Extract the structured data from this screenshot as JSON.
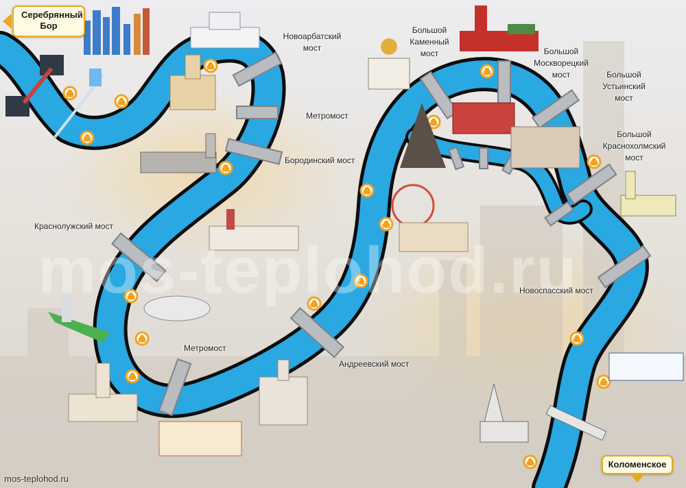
{
  "watermark": "mos-teplohod.ru",
  "site_url": "mos-teplohod.ru",
  "start_stop": "Серебрянный Бор",
  "end_stop": "Коломенское",
  "bridges": {
    "novoarbatsky": "Новоарбатский мост",
    "metromost_north": "Метромост",
    "borodinsky": "Бородинский мост",
    "krasnoluzhsky": "Краснолужский мост",
    "metromost_south": "Метромост",
    "andreevsky": "Андреевский мост",
    "bolshoy_kamenny": "Большой Каменный мост",
    "bolshoy_moskvoretsky": "Большой Москворецкий мост",
    "bolshoy_ustyinsky": "Большой Устьинский мост",
    "bolshoy_krasnokholmsky": "Большой Краснохолмский мост",
    "novospassky": "Новоспасский мост"
  },
  "colors": {
    "river": "#2aa8e2",
    "river_outline": "#0d0d0d",
    "bridge": "#b9bcc0",
    "pier": "#f0a321",
    "button_border": "#e7a91d"
  }
}
